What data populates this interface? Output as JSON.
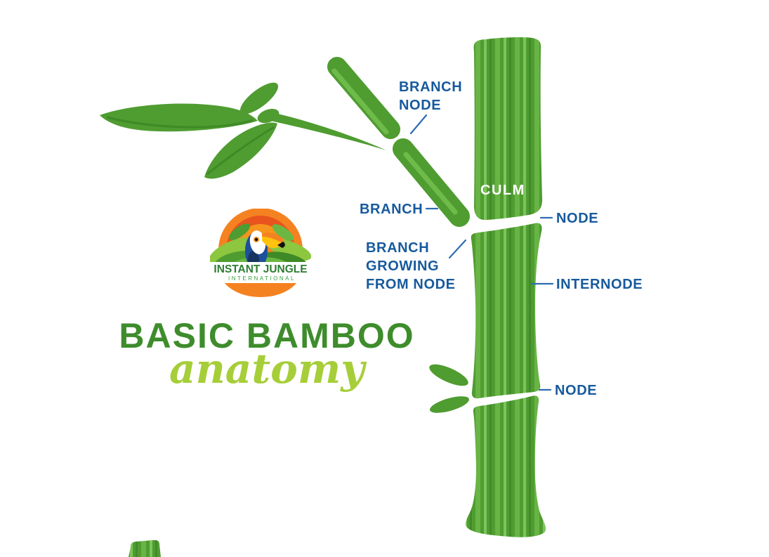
{
  "heading": {
    "line1": "BASIC BAMBOO",
    "line2": "anatomy"
  },
  "logo": {
    "title": "INSTANT JUNGLE",
    "subtitle": "INTERNATIONAL"
  },
  "labels": {
    "branch_node": "BRANCH\nNODE",
    "branch": "BRANCH",
    "branch_growing": "BRANCH\nGROWING\nFROM NODE",
    "culm": "CULM",
    "node_top": "NODE",
    "internode": "INTERNODE",
    "node_bottom": "NODE"
  },
  "colors": {
    "label_blue": "#175a9d",
    "leader_line_blue": "#2e6cb0",
    "title_green": "#3e8c2c",
    "script_green": "#a6ce39",
    "bamboo_green": "#4f9c31",
    "bamboo_stripe_light": "#6fbb4a",
    "bamboo_dark": "#3e8a26",
    "logo_orange": "#f58220",
    "culm_text_white": "#ffffff"
  }
}
